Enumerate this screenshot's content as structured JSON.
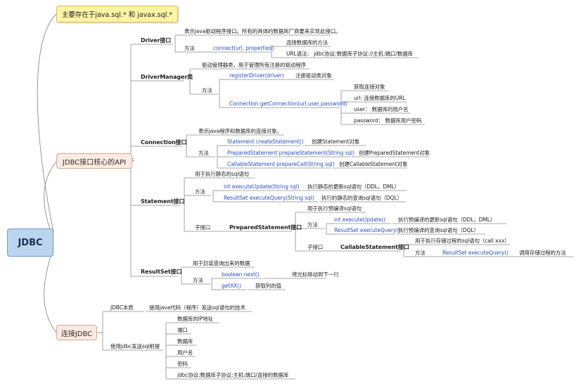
{
  "root": "JDBC",
  "callout": "主要存在于java.sql.* 和 javax.sql.*",
  "api_title": "JDBC接口核心的API",
  "connect_title": "连接JDBC",
  "driver": {
    "title": "Driver接口",
    "desc": "表示java驱动程序接口。所有的具体的数据库厂商要来实现此接口。",
    "method_label": "方法",
    "method": "connect(url, properties)",
    "method_desc": "连接数据库的方法",
    "url_syntax": "URL语法： jdbc协议:数据库子协议://主机:端口/数据库"
  },
  "driver_manager": {
    "title": "DriverManager类",
    "desc": "驱动管理器类，用于管理所有注册的驱动程序",
    "method_label": "方法",
    "register": "registerDriver(driver)",
    "register_desc": "注册驱动类对象",
    "get_conn": "Connection getConnection(url,user,password)",
    "get_conn_desc": "获取连接对象",
    "url_desc": "url: 连接数据库的URL",
    "user_desc": "user： 数据库的用户名",
    "password_desc": "password： 数据库用户密码"
  },
  "connection": {
    "title": "Connection接口",
    "desc": "表示java程序和数据库的连接对象。",
    "method_label": "方法",
    "m1": "Statement createStatement()",
    "m1_desc": "创建Statement对象",
    "m2": "PreparedStatement prepareStatement(String sql)",
    "m2_desc": "创建PreparedStatement对象",
    "m3": "CallableStatement prepareCall(String sql)",
    "m3_desc": "创建CallableStatement对象"
  },
  "statement": {
    "title": "Statement接口",
    "desc": "用于执行静态的sql语句",
    "method_label": "方法",
    "m1": "int executeUpdate(String sql)",
    "m1_desc": "执行静态的更新sql语句（DDL，DML）",
    "m2": "ResultSet executeQuery(String sql)",
    "m2_desc": "执行的静态的查询sql语句（DQL）",
    "sub_label": "子接口",
    "prepared": {
      "title": "PreparedStatement接口",
      "desc": "用于执行预编译sql语句",
      "method_label": "方法",
      "m1": "int executeUpdate()",
      "m1_desc": "执行预编译的更新sql语句（DDL，DML）",
      "m2": "ResultSet executeQuery()",
      "m2_desc": "执行预编译的查询sql语句（DQL）",
      "sub_label": "子接口",
      "callable": {
        "title": "CallableStatement接口",
        "desc": "用于执行存储过程的sql语句（call xxx）",
        "method_label": "方法",
        "m1": "ResultSet executeQuery()",
        "m1_desc": "调用存储过程的方法"
      }
    }
  },
  "resultset": {
    "title": "ResultSet接口",
    "desc": "用于封装查询出来的数据",
    "method_label": "方法",
    "m1": "boolean next()",
    "m1_desc": "将光标移动到下一行",
    "m2": "getXX()",
    "m2_desc": "获取列的值"
  },
  "connect": {
    "essence_label": "JDBC本质",
    "essence": "使用java代码（程序）发送sql语句的技术",
    "premise_label": "使用jdbc发送sql前提",
    "items": [
      "数据库的IP地址",
      "端口",
      "数据库",
      "用户名",
      "密码",
      "jdbc协议:数据库子协议:主机:端口/连接的数据库"
    ]
  },
  "colors": {
    "line": "#8c8c8c",
    "blue_text": "#2b4fc8",
    "root_fill": "#bcd5ee",
    "main_fill": "#f9ebe3"
  }
}
